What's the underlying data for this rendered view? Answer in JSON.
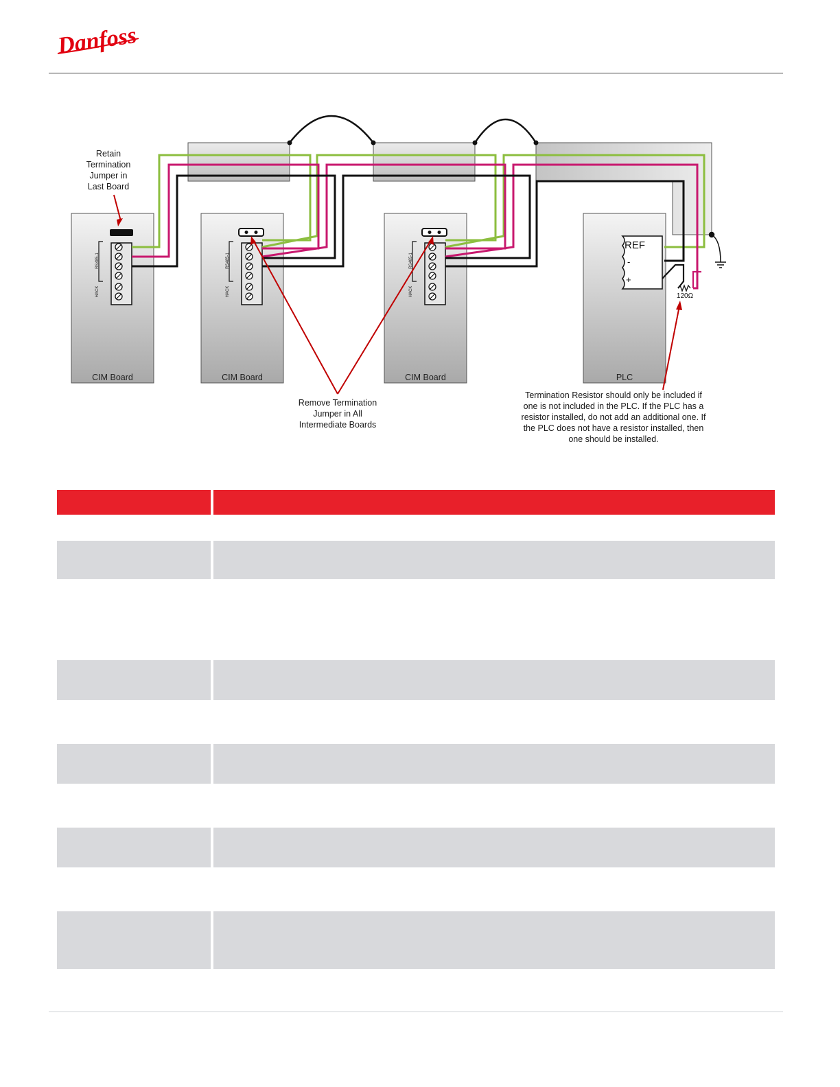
{
  "brand": {
    "logo_text": "Danfoss",
    "logo_color": "#e2000f"
  },
  "diagram": {
    "boards": [
      {
        "label": "CIM Board",
        "jumper": "retained"
      },
      {
        "label": "CIM Board",
        "jumper": "removed"
      },
      {
        "label": "CIM Board",
        "jumper": "removed"
      },
      {
        "label": "PLC"
      }
    ],
    "terminal_labels": {
      "port": "RS485-1",
      "alt": "HACK"
    },
    "plc": {
      "ref_label": "REF",
      "minus": "-",
      "plus": "+",
      "resistor_value": "120Ω"
    },
    "callouts": {
      "retain": "Retain Termination Jumper in Last Board",
      "remove": "Remove Termination Jumper in All Intermediate Boards",
      "resistor": "Termination Resistor should only be included if one is not included in the PLC. If the PLC has a resistor installed, do not add an additional one. If the PLC does not have a resistor installed, then one should be installed."
    },
    "wire_colors": {
      "green": "#8cbe3f",
      "magenta": "#c8186e",
      "black": "#111111"
    }
  },
  "table": {
    "header_color": "#e8202a",
    "row_colors": {
      "gray": "#d8d9dc",
      "white": "#ffffff"
    }
  }
}
